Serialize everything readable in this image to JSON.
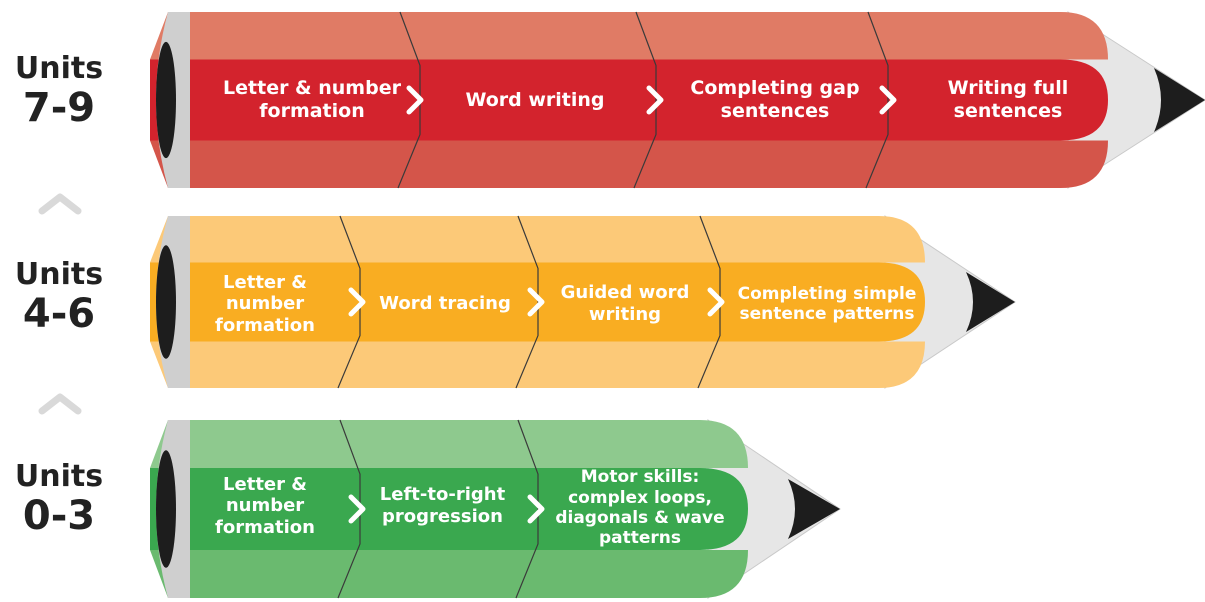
{
  "pencils": [
    {
      "label_word": "Units",
      "label_range": "7-9",
      "colors": {
        "top": "#e07b65",
        "body": "#d3232d",
        "bottom": "#d4554a"
      },
      "steps": [
        "Letter & number formation",
        "Word writing",
        "Completing gap sentences",
        "Writing full sentences"
      ]
    },
    {
      "label_word": "Units",
      "label_range": "4-6",
      "colors": {
        "top": "#fcc978",
        "body": "#f9ad22",
        "bottom": "#fcc978"
      },
      "steps": [
        "Letter & number formation",
        "Word tracing",
        "Guided word writing",
        "Completing simple sentence patterns"
      ]
    },
    {
      "label_word": "Units",
      "label_range": "0-3",
      "colors": {
        "top": "#8ec98e",
        "body": "#3aa84f",
        "bottom": "#6aba6f"
      },
      "steps": [
        "Letter & number formation",
        "Left-to-right progression",
        "Motor skills: complex loops, diagonals & wave patterns"
      ]
    }
  ],
  "connector_icon": "chevron-up-icon",
  "step_icon": "chevron-right-icon",
  "colors": {
    "wood": "#e6e6e6",
    "lead": "#1d1d1d",
    "eraser": "#1d1d1d",
    "chevron": "#ffffff",
    "connector": "#d9d9d9"
  }
}
